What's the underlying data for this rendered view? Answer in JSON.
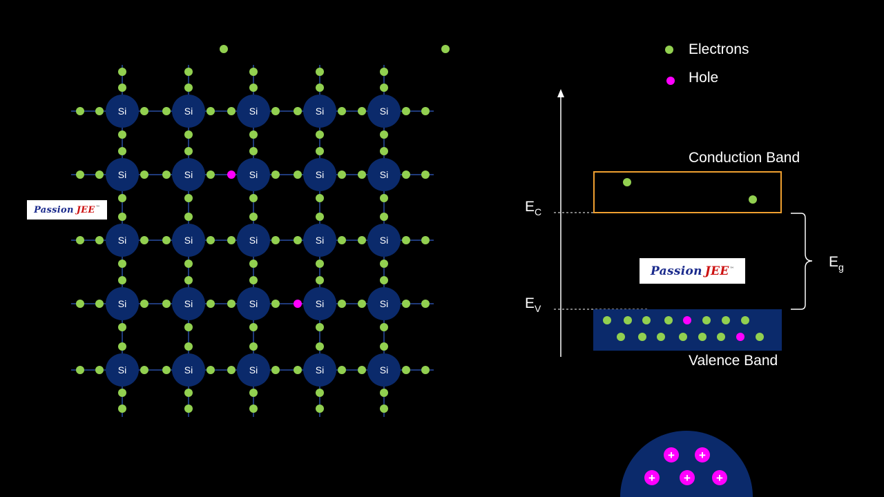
{
  "lattice": {
    "atom_label": "Si",
    "rows": 5,
    "cols": 5,
    "holes": [
      {
        "row": 1,
        "col": 1,
        "side": "right"
      },
      {
        "row": 3,
        "col": 2,
        "side": "right"
      }
    ],
    "free_electrons": 2
  },
  "legend": {
    "electron_label": "Electrons",
    "hole_label": "Hole"
  },
  "band_diagram": {
    "conduction_label": "Conduction Band",
    "valence_label": "Valence Band",
    "ec_main": "E",
    "ec_sub": "C",
    "ev_main": "E",
    "ev_sub": "V",
    "eg_main": "E",
    "eg_sub": "g",
    "conduction_electrons": 2,
    "valence_rows": [
      [
        "e",
        "e",
        "e",
        "e",
        "h",
        "e",
        "e",
        "e"
      ],
      [
        "e",
        "e",
        "e",
        "e",
        "e",
        "e",
        "h",
        "e"
      ]
    ]
  },
  "ion": {
    "positive_charges": 5,
    "charge_symbol": "+"
  },
  "logo": {
    "text_main": "Passion",
    "text_accent": "JEE",
    "tm": "™"
  },
  "colors": {
    "electron": "#92d050",
    "hole": "#ff00ff",
    "atom": "#0b2a6b",
    "bond": "#1f3a7a",
    "conduction_box": "#f0a030",
    "valence_band": "#0b2a6b"
  }
}
